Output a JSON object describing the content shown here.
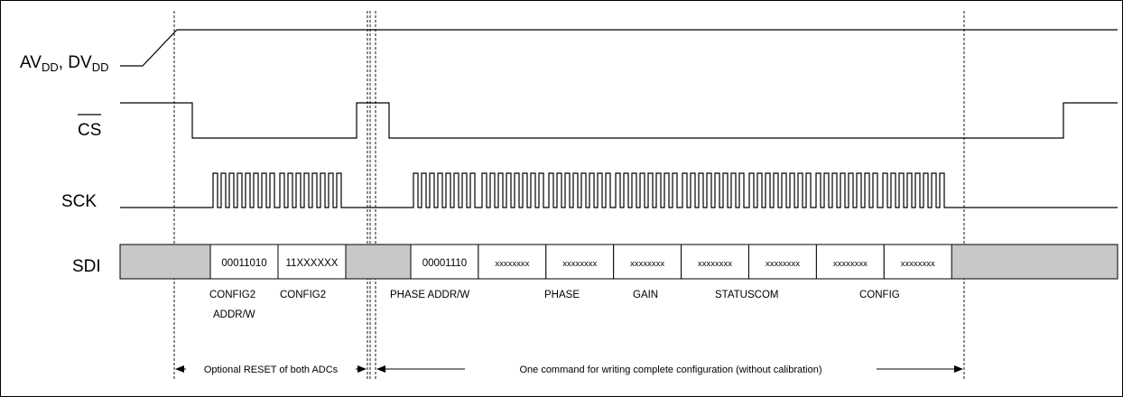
{
  "signals": {
    "power": {
      "part1": "AV",
      "sub1": "DD",
      "sep": ", ",
      "part2": "DV",
      "sub2": "DD"
    },
    "cs": "CS",
    "sck": "SCK",
    "sdi": "SDI"
  },
  "sdi_cells_1": [
    "00011010",
    "11XXXXXX"
  ],
  "sdi_cells_2": [
    "00001110",
    "xxxxxxxx",
    "xxxxxxxx",
    "xxxxxxxx",
    "xxxxxxxx",
    "xxxxxxxx",
    "xxxxxxxx",
    "xxxxxxxx"
  ],
  "labels_1": {
    "config2_addr_line1": "CONFIG2",
    "config2_addr_line2": "ADDR/W",
    "config2": "CONFIG2"
  },
  "labels_2": {
    "phase_addr": "PHASE ADDR/W",
    "phase": "PHASE",
    "gain": "GAIN",
    "statuscom": "STATUSCOM",
    "config": "CONFIG"
  },
  "annotations": {
    "reset": "Optional RESET of both ADCs",
    "command": "One command for writing complete configuration (without calibration)"
  }
}
